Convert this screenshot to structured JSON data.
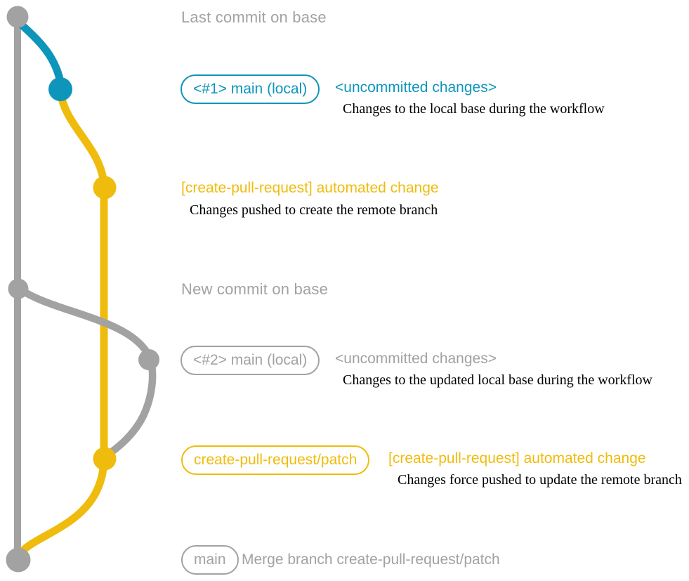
{
  "colors": {
    "gray": "#a2a2a2",
    "blue": "#0e95bb",
    "yellow": "#efbc0d",
    "note_text": "#000000",
    "background": "#ffffff"
  },
  "graph": {
    "branches": [
      {
        "name": "base",
        "color": "#a2a2a2"
      },
      {
        "name": "main-local",
        "color": "#0e95bb"
      },
      {
        "name": "create-pull-request-patch",
        "color": "#efbc0d"
      }
    ],
    "nodes": [
      {
        "name": "last-commit-on-base",
        "color": "#a2a2a2"
      },
      {
        "name": "uncommitted-changes-1",
        "color": "#0e95bb"
      },
      {
        "name": "automated-change-1",
        "color": "#efbc0d"
      },
      {
        "name": "new-commit-on-base",
        "color": "#a2a2a2"
      },
      {
        "name": "uncommitted-changes-2",
        "color": "#a2a2a2"
      },
      {
        "name": "automated-change-2",
        "color": "#efbc0d"
      },
      {
        "name": "merge-commit",
        "color": "#a2a2a2"
      }
    ]
  },
  "annotations": {
    "row1": {
      "title": "Last commit on base"
    },
    "row2": {
      "badge": "<#1> main (local)",
      "message": "<uncommitted changes>",
      "note": "Changes to the local base during the workflow"
    },
    "row3": {
      "message": "[create-pull-request] automated change",
      "note": "Changes pushed to create the remote branch"
    },
    "row4": {
      "title": "New commit on base"
    },
    "row5": {
      "badge": "<#2> main (local)",
      "message": "<uncommitted changes>",
      "note": "Changes to the updated local base during the workflow"
    },
    "row6": {
      "badge": "create-pull-request/patch",
      "message": "[create-pull-request] automated change",
      "note": "Changes force pushed to update the remote branch"
    },
    "row7": {
      "badge": "main",
      "message": "Merge branch create-pull-request/patch"
    }
  }
}
